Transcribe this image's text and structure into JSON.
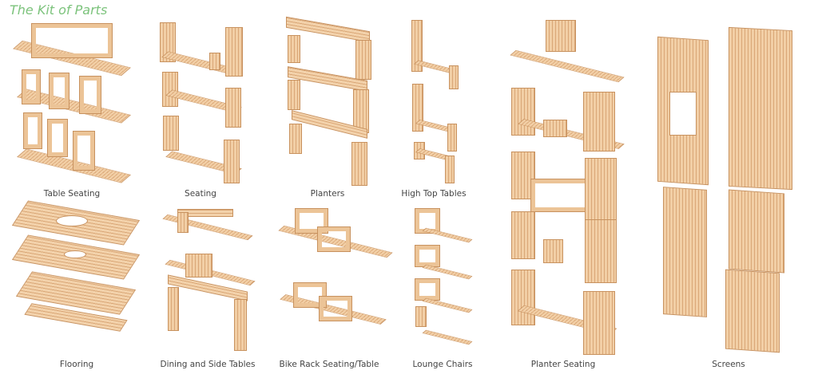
{
  "title": "The Kit of Parts",
  "parts": [
    {
      "label": "Table Seating"
    },
    {
      "label": "Seating"
    },
    {
      "label": "Planters"
    },
    {
      "label": "High Top Tables"
    },
    {
      "label": "Planter Seating"
    },
    {
      "label": "Screens"
    },
    {
      "label": "Flooring"
    },
    {
      "label": "Dining and Side Tables"
    },
    {
      "label": "Bike Rack Seating/Table"
    },
    {
      "label": "Lounge Chairs"
    }
  ]
}
